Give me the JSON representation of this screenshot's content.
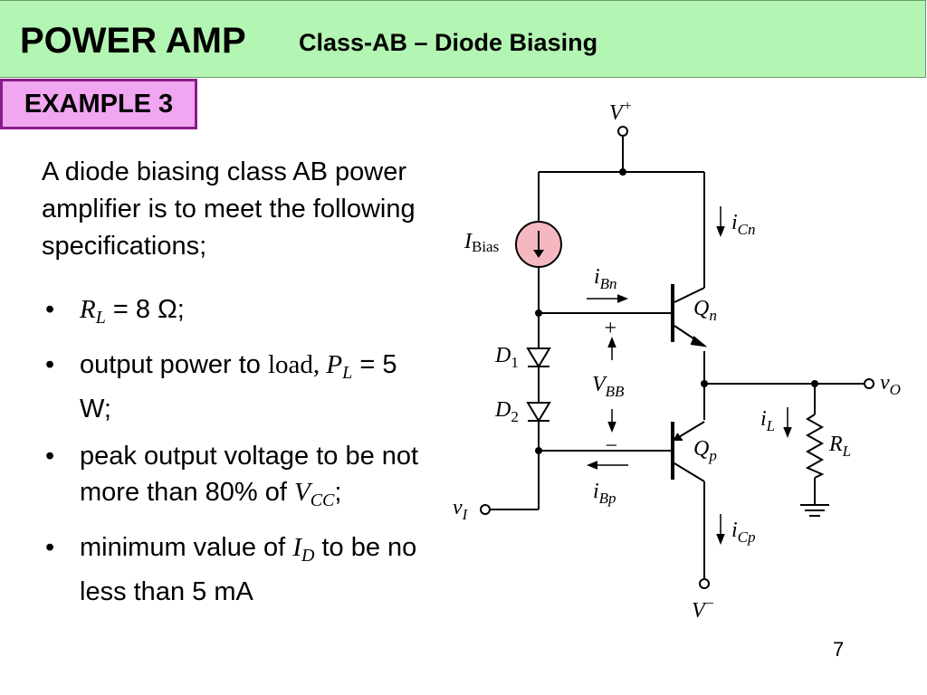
{
  "header": {
    "title": "POWER AMP",
    "subtitle": "Class-AB – Diode Biasing"
  },
  "example_label": "EXAMPLE 3",
  "intro_text": "A diode biasing class AB power amplifier is to meet the following specifications;",
  "bullets": {
    "b1": {
      "var": "R",
      "sub": "L",
      "rest": " = 8 Ω;"
    },
    "b2": {
      "text": "output power to ",
      "serif": "load, ",
      "var": "P",
      "sub": "L",
      "rest": " = 5 W;"
    },
    "b3": {
      "text": "peak output voltage to be not more than 80% of ",
      "var": "V",
      "sub": "CC",
      "rest": ";"
    },
    "b4": {
      "text": "minimum value of ",
      "var": "I",
      "sub": "D",
      "rest": " to be no less than 5 mA"
    }
  },
  "bullet_char": "•",
  "circuit": {
    "v_plus": "V",
    "v_plus_sup": "+",
    "v_minus": "V",
    "v_minus_sup": "−",
    "ibias": "I",
    "ibias_sub": "Bias",
    "icn": "i",
    "icn_sub": "Cn",
    "ibn": "i",
    "ibn_sub": "Bn",
    "qn": "Q",
    "qn_sub": "n",
    "qp": "Q",
    "qp_sub": "p",
    "d1": "D",
    "d1_sub": "1",
    "d2": "D",
    "d2_sub": "2",
    "vbb": "V",
    "vbb_sub": "BB",
    "plus": "+",
    "minus": "−",
    "vo": "v",
    "vo_sub": "O",
    "il": "i",
    "il_sub": "L",
    "rl": "R",
    "rl_sub": "L",
    "ibp": "i",
    "ibp_sub": "Bp",
    "icp": "i",
    "icp_sub": "Cp",
    "vi": "v",
    "vi_sub": "I"
  },
  "page_number": "7",
  "colors": {
    "header_bg": "#b3f5b3",
    "example_bg": "#f0a6f0",
    "example_border": "#8a1a8a",
    "current_source_fill": "#f5b8c0"
  }
}
